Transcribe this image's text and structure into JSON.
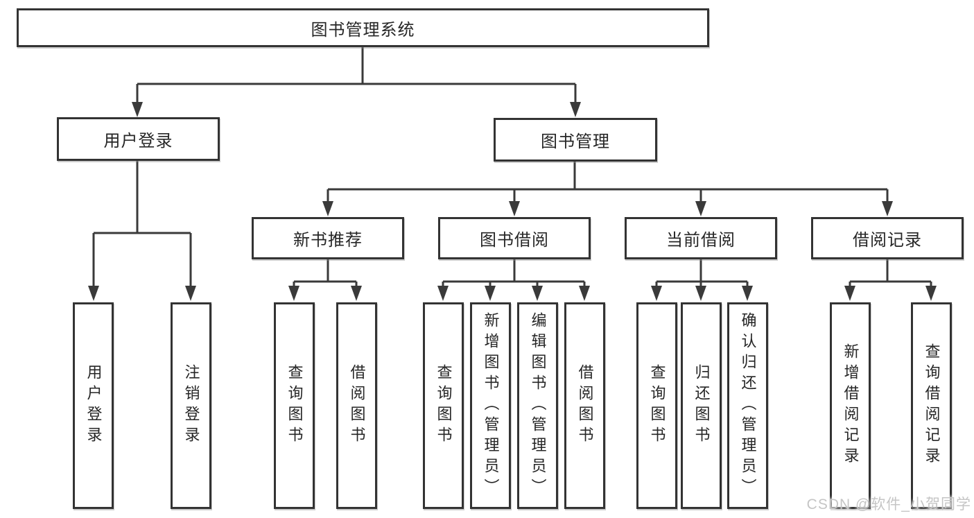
{
  "watermark": {
    "text": "CSDN @软件_小贺同学"
  },
  "colors": {
    "line": "#3a3a3a",
    "box_border": "#333333",
    "text": "#262626",
    "watermark": "#c5c5c5",
    "background": "#ffffff"
  },
  "tree": {
    "label": "图书管理系统",
    "children": [
      {
        "label": "用户登录",
        "children": [
          {
            "label": "用户登录"
          },
          {
            "label": "注销登录"
          }
        ]
      },
      {
        "label": "图书管理",
        "children": [
          {
            "label": "新书推荐",
            "children": [
              {
                "label": "查询图书"
              },
              {
                "label": "借阅图书"
              }
            ]
          },
          {
            "label": "图书借阅",
            "children": [
              {
                "label": "查询图书"
              },
              {
                "label": "新增图书（管理员）"
              },
              {
                "label": "编辑图书（管理员）"
              },
              {
                "label": "借阅图书"
              }
            ]
          },
          {
            "label": "当前借阅",
            "children": [
              {
                "label": "查询图书"
              },
              {
                "label": "归还图书"
              },
              {
                "label": "确认归还（管理员）"
              }
            ]
          },
          {
            "label": "借阅记录",
            "children": [
              {
                "label": "新增借阅记录"
              },
              {
                "label": "查询借阅记录"
              }
            ]
          }
        ]
      }
    ]
  }
}
